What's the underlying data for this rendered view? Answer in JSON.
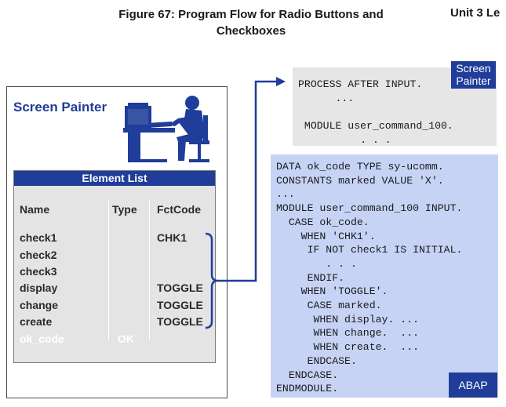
{
  "header": {
    "figure_title_line1": "Figure 67: Program Flow for Radio Buttons and",
    "figure_title_line2": "Checkboxes",
    "unit_label": "Unit 3 Le"
  },
  "screen_painter": {
    "title": "Screen Painter",
    "icon": "person-at-computer-icon",
    "element_list": {
      "title": "Element List",
      "columns": [
        "Name",
        "Type",
        "FctCode"
      ],
      "rows": [
        {
          "name": "check1",
          "type": "",
          "fctcode": "CHK1"
        },
        {
          "name": "check2",
          "type": "",
          "fctcode": ""
        },
        {
          "name": "check3",
          "type": "",
          "fctcode": ""
        },
        {
          "name": "display",
          "type": "",
          "fctcode": "TOGGLE"
        },
        {
          "name": "change",
          "type": "",
          "fctcode": "TOGGLE"
        },
        {
          "name": "create",
          "type": "",
          "fctcode": "TOGGLE"
        },
        {
          "name": "ok_code",
          "type": "OK",
          "fctcode": ""
        }
      ]
    }
  },
  "pai_block": {
    "tag": "Screen Painter",
    "lines": [
      "PROCESS AFTER INPUT.",
      "      ...",
      "",
      " MODULE user_command_100.",
      "          . . ."
    ]
  },
  "abap_block": {
    "tag": "ABAP",
    "lines": [
      "DATA ok_code TYPE sy-ucomm.",
      "CONSTANTS marked VALUE 'X'.",
      "...",
      "MODULE user_command_100 INPUT.",
      "  CASE ok_code.",
      "    WHEN 'CHK1'.",
      "     IF NOT check1 IS INITIAL.",
      "        . . .",
      "     ENDIF.",
      "    WHEN 'TOGGLE'.",
      "     CASE marked.",
      "      WHEN display. ...",
      "      WHEN change.  ...",
      "      WHEN create.  ...",
      "     ENDCASE.",
      "  ENDCASE.",
      "ENDMODULE."
    ]
  },
  "colors": {
    "accent_blue": "#1f3d99",
    "abap_bg": "#c7d3f5",
    "pai_bg": "#e6e6e6",
    "list_bg": "#e4e4e4"
  }
}
